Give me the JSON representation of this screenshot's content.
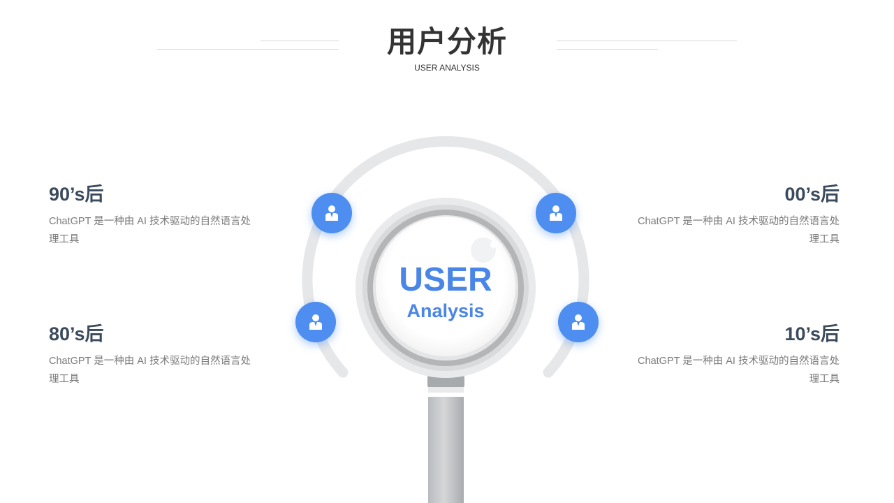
{
  "header": {
    "title": "用户分析",
    "subtitle": "USER ANALYSIS"
  },
  "center": {
    "main_text": "USER",
    "sub_text": "Analysis"
  },
  "groups": [
    {
      "heading": "90’s后",
      "description": "ChatGPT 是一种由 AI 技术驱动的自然语言处理工具"
    },
    {
      "heading": "80’s后",
      "description": "ChatGPT 是一种由 AI 技术驱动的自然语言处理工具"
    },
    {
      "heading": "00’s后",
      "description": "ChatGPT 是一种由 AI 技术驱动的自然语言处理工具"
    },
    {
      "heading": "10’s后",
      "description": "ChatGPT 是一种由 AI 技术驱动的自然语言处理工具"
    }
  ],
  "icons": {
    "user_badge": "user-icon",
    "magnifier": "magnifying-glass-icon"
  },
  "colors": {
    "accent": "#4d8ef0",
    "heading": "#3b4a5c",
    "body_text": "#7a7a7a",
    "title": "#333333"
  }
}
